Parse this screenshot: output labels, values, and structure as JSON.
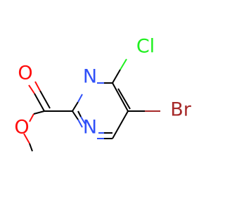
{
  "molecule": {
    "atoms": [
      {
        "symbol": "O",
        "color": "#ff0d0d"
      },
      {
        "symbol": "O",
        "color": "#ff0d0d"
      },
      {
        "symbol": "N",
        "color": "#3050f8"
      },
      {
        "symbol": "N",
        "color": "#3050f8"
      },
      {
        "symbol": "Cl",
        "color": "#1ff01f"
      },
      {
        "symbol": "Br",
        "color": "#a62929"
      }
    ]
  }
}
